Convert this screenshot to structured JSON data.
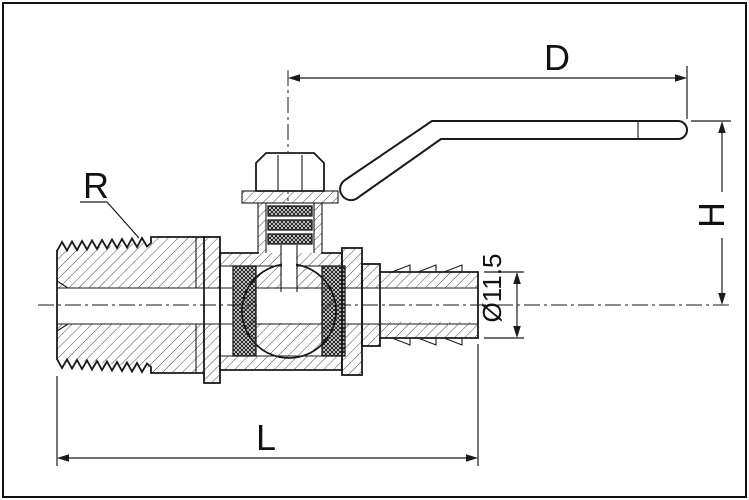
{
  "labels": {
    "dim_d": "D",
    "dim_h": "H",
    "dim_r": "R",
    "dim_l": "L",
    "dim_diameter": "Ø11.5"
  },
  "colors": {
    "line": "#1a1a1a",
    "background": "#ffffff"
  }
}
